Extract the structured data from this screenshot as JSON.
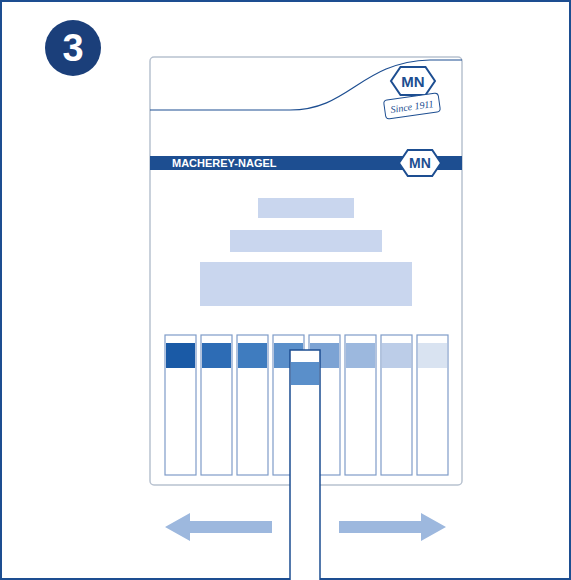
{
  "diagram": {
    "nodes": [
      {
        "text": [
          "3"
        ]
      },
      {
        "text": [
          "MN"
        ]
      },
      {
        "text": [
          "Since 1911"
        ]
      },
      {
        "text": [
          "MACHEREY-NAGEL"
        ]
      },
      {
        "text": [
          "MN"
        ],
        "in": 3
      }
    ]
  }
}
